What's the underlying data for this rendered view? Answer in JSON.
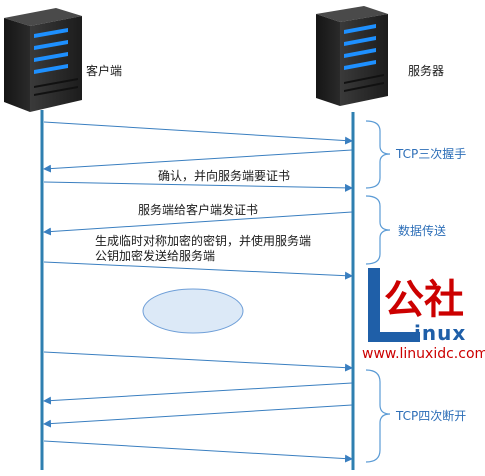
{
  "participants": {
    "client": "客户端",
    "server": "服务器"
  },
  "messages": {
    "ack_request_cert": "确认，并向服务端要证书",
    "server_send_cert": "服务端给客户端发证书",
    "gen_key_line1": "生成临时对称加密的密钥，并使用服务端",
    "gen_key_line2": "公钥加密发送给服务端"
  },
  "phases": {
    "handshake": "TCP三次握手",
    "transfer": "数据传送",
    "teardown": "TCP四次断开"
  },
  "watermark": {
    "logo_cn": "公社",
    "logo_en": "inux",
    "url": "www.linuxidc.com"
  },
  "colors": {
    "lifeline": "#2e7fb0",
    "arrow": "#3a7fc0",
    "brace": "#5b9bd5",
    "server_body": "#2b2b2b",
    "server_light": "#1e90ff",
    "ellipse_fill": "#dce9f7",
    "ellipse_stroke": "#6f9fd8",
    "watermark_red": "#cc0000",
    "watermark_blue": "#1f5fa8"
  }
}
